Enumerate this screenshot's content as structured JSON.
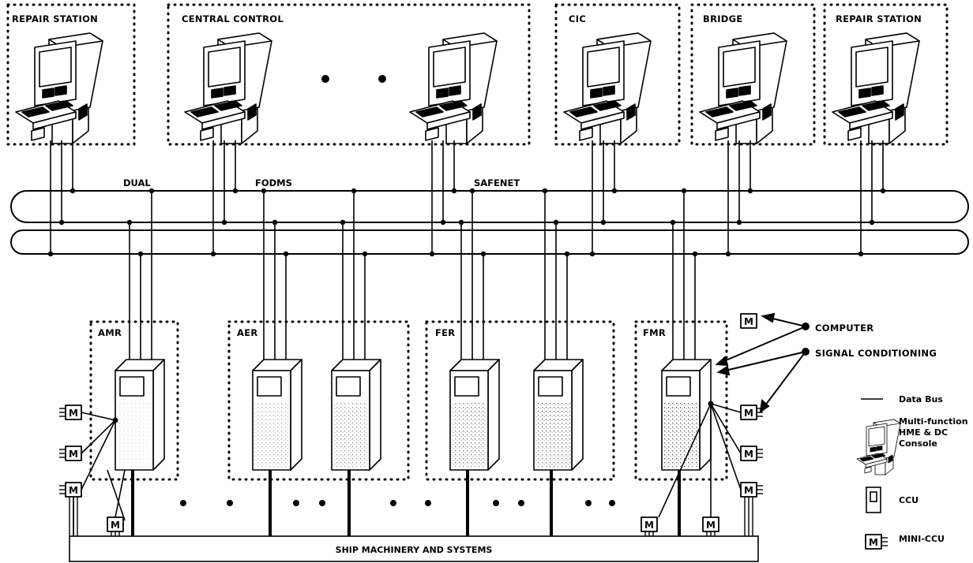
{
  "zones": {
    "top": [
      "REPAIR STATION",
      "CENTRAL CONTROL",
      "CIC",
      "BRIDGE",
      "REPAIR STATION"
    ],
    "bottom": [
      "AMR",
      "AER",
      "FER",
      "FMR"
    ]
  },
  "bus_labels": [
    "DUAL",
    "FODMS",
    "SAFENET"
  ],
  "mini_ccu_letter": "M",
  "callouts": {
    "computer": "COMPUTER",
    "signal_conditioning": "SIGNAL CONDITIONING"
  },
  "legend": {
    "data_bus": "Data Bus",
    "console": [
      "Multi-function",
      "HME & DC",
      "Console"
    ],
    "ccu": "CCU",
    "mini_ccu": "MINI-CCU"
  },
  "base_label": "SHIP MACHINERY AND SYSTEMS"
}
